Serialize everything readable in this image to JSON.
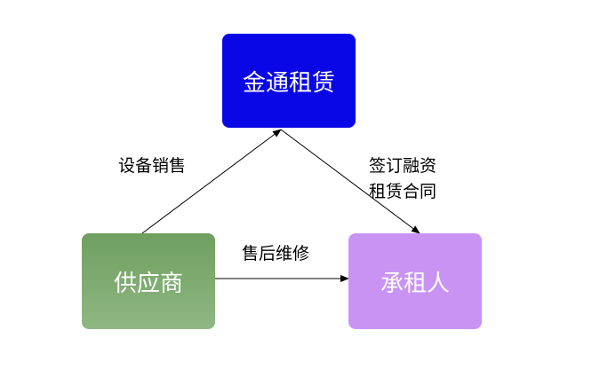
{
  "nodes": {
    "top": {
      "label": "金通租赁",
      "color": "#0a07e6"
    },
    "left": {
      "label": "供应商",
      "color": "#7aa86c"
    },
    "right": {
      "label": "承租人",
      "color": "#c993f4"
    }
  },
  "edges": {
    "supplier_to_leasing": {
      "label": "设备销售"
    },
    "leasing_to_lessee": {
      "label_line1": "签订融资",
      "label_line2": "租赁合同"
    },
    "supplier_to_lessee": {
      "label": "售后维修"
    }
  }
}
